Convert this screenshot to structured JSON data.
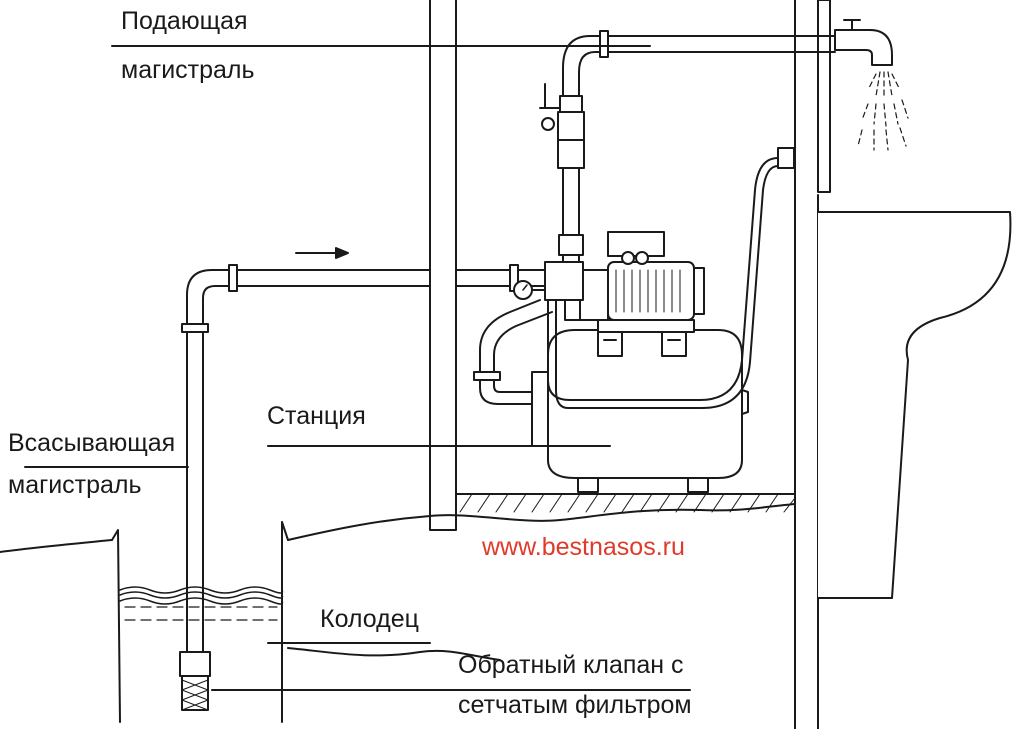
{
  "labels": {
    "supply_line": [
      "Подающая",
      "магистраль"
    ],
    "station": "Станция",
    "suction_line": [
      "Всасывающая",
      "магистраль"
    ],
    "well": "Колодец",
    "check_valve": [
      "Обратный клапан с",
      "сетчатым фильтром"
    ]
  },
  "watermark": "www.bestnasos.ru",
  "colors": {
    "line": "#1a1a1a",
    "watermark": "#e03a2a"
  }
}
